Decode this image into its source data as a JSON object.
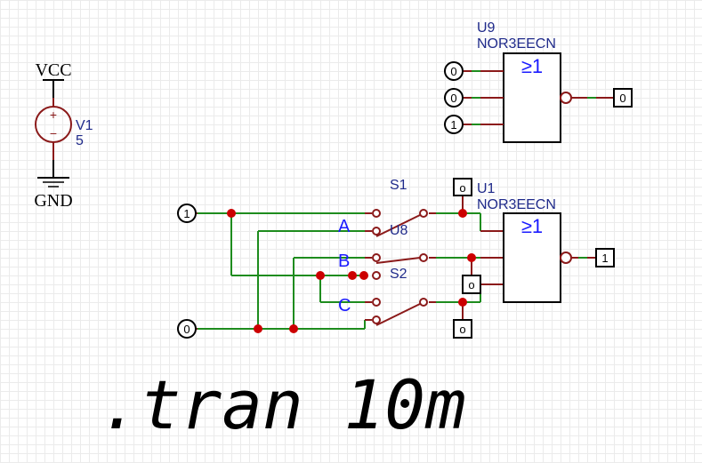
{
  "colors": {
    "wire": "#1e8c1e",
    "component": "#8b1a1a",
    "junction": "#cc0000",
    "label_blue": "#1f2a8a",
    "net_label_blue": "#1a1aff",
    "black": "#000000"
  },
  "power": {
    "vcc_label": "VCC",
    "gnd_label": "GND",
    "source": {
      "name": "V1",
      "value": "5",
      "plus": "+",
      "minus": "−"
    }
  },
  "gate_u9": {
    "ref": "U9",
    "model": "NOR3EECN",
    "symbol": "≥1",
    "inputs": [
      "0",
      "0",
      "1"
    ],
    "output": "0"
  },
  "gate_u1": {
    "ref": "U1",
    "model": "NOR3EECN",
    "symbol": "≥1",
    "output": "1"
  },
  "switches": {
    "s1": "S1",
    "s2": "S2",
    "u8": "U8"
  },
  "net_labels": {
    "a": "A",
    "b": "B",
    "c": "C"
  },
  "sources": {
    "high": "1",
    "low": "0"
  },
  "probes": {
    "top": "o",
    "middle": "o",
    "bottom": "o"
  },
  "directive": ".tran 10m"
}
